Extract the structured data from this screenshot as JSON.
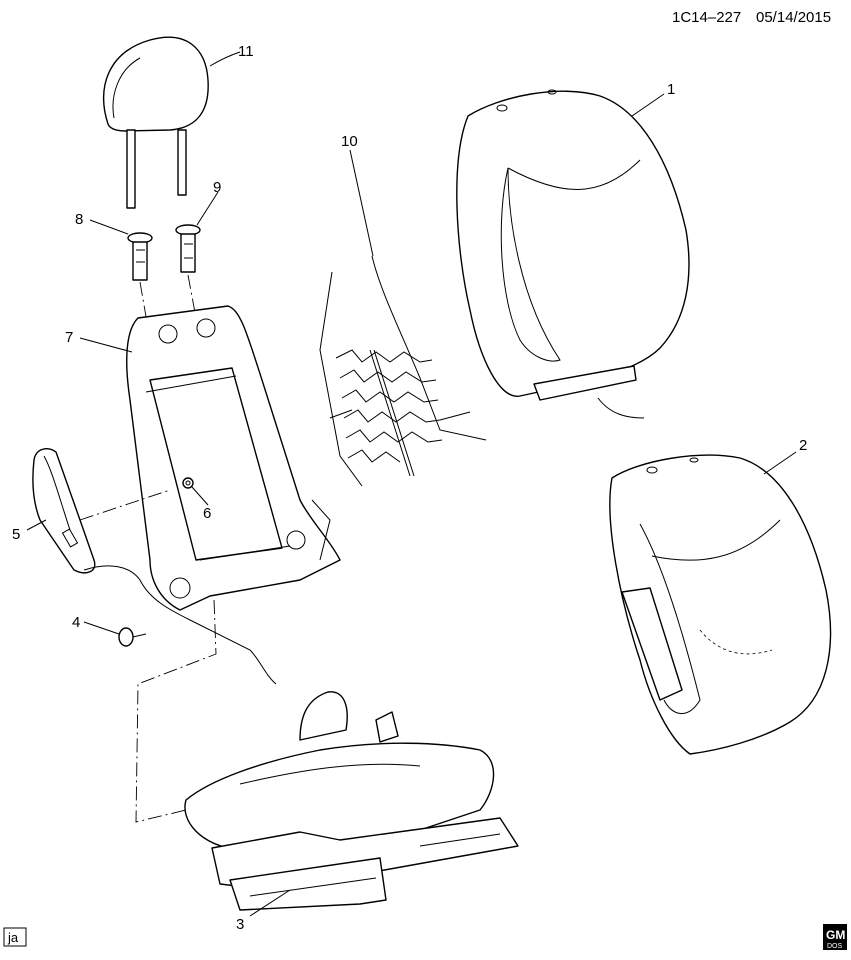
{
  "header": {
    "doc_id": "1C14–227",
    "date": "05/14/2015"
  },
  "footer": {
    "tag": "ja",
    "logo_top": "GM",
    "logo_bottom": "DOS"
  },
  "callouts": [
    "1",
    "2",
    "3",
    "4",
    "5",
    "6",
    "7",
    "8",
    "9",
    "10",
    "11"
  ],
  "parts": [
    {
      "id": "1",
      "name": "seat-back-cover-upper"
    },
    {
      "id": "2",
      "name": "seat-back-pad"
    },
    {
      "id": "3",
      "name": "seat-cushion-and-track"
    },
    {
      "id": "4",
      "name": "push-pin-fastener"
    },
    {
      "id": "5",
      "name": "side-airbag-module"
    },
    {
      "id": "6",
      "name": "nut"
    },
    {
      "id": "7",
      "name": "seat-back-frame"
    },
    {
      "id": "8",
      "name": "headrest-guide-left"
    },
    {
      "id": "9",
      "name": "headrest-guide-right"
    },
    {
      "id": "10",
      "name": "lumbar-spring-mat"
    },
    {
      "id": "11",
      "name": "headrest"
    }
  ]
}
